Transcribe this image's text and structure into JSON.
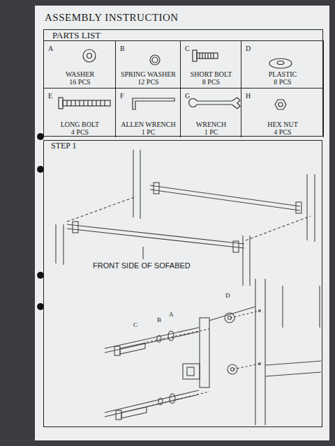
{
  "diagram": {
    "title": "ASSEMBLY INSTRUCTION",
    "nodes": [
      {
        "text": [
          "PARTS LIST"
        ]
      },
      {
        "text": [
          "A",
          "WASHER",
          "16 PCS"
        ],
        "in": 0
      },
      {
        "text": [
          "B",
          "SPRING WASHER",
          "12 PCS"
        ],
        "in": 0
      },
      {
        "text": [
          "C",
          "SHORT BOLT",
          "8 PCS"
        ],
        "in": 0
      },
      {
        "text": [
          "D",
          "PLASTIC",
          "8 PCS"
        ],
        "in": 0
      },
      {
        "text": [
          "E",
          "LONG BOLT",
          "4 PCS"
        ],
        "in": 0
      },
      {
        "text": [
          "F",
          "ALLEN WRENCH",
          "1 PC"
        ],
        "in": 0
      },
      {
        "text": [
          "G",
          "WRENCH",
          "1 PC"
        ],
        "in": 0
      },
      {
        "text": [
          "H",
          "HEX  NUT",
          "4 PCS"
        ],
        "in": 0
      },
      {
        "text": [
          "STEP 1"
        ]
      }
    ],
    "labels": [
      "FRONT SIDE OF SOFABED",
      "C",
      "B",
      "A",
      "D"
    ]
  }
}
